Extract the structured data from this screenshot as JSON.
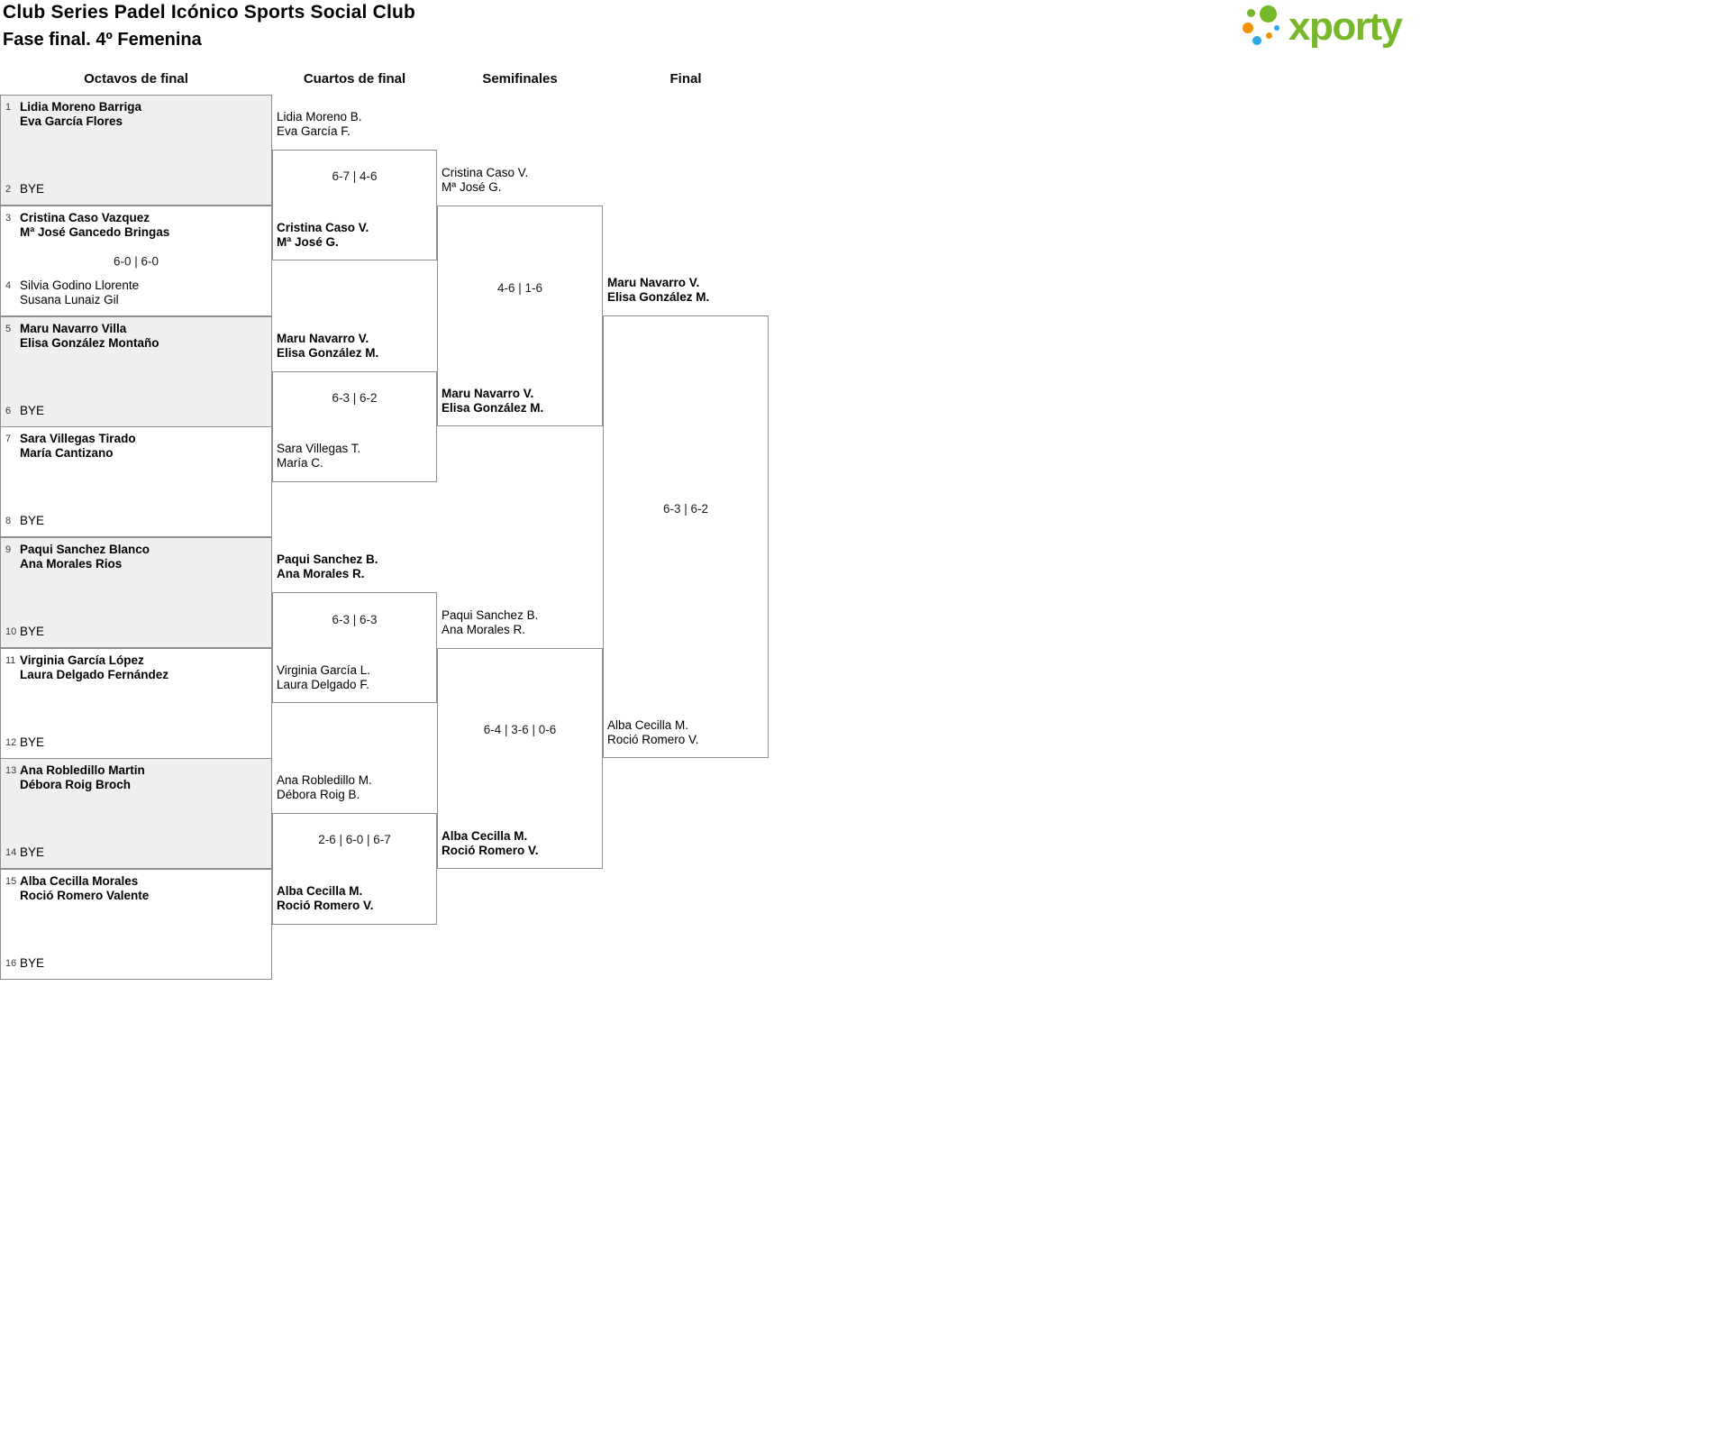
{
  "header": {
    "title_line1": "Club Series Padel Icónico Sports Social Club",
    "title_line2": "Fase final. 4º Femenina",
    "logo_text": "xporty",
    "logo_green": "#76b82a",
    "logo_orange": "#f39200",
    "logo_blue": "#2ea8e0"
  },
  "round_titles": {
    "octavos": "Octavos de final",
    "cuartos": "Cuartos de final",
    "semifinales": "Semifinales",
    "final": "Final"
  },
  "octavos": [
    {
      "top": {
        "seed": "1",
        "line1": "Lidia Moreno Barriga",
        "line2": "Eva García Flores"
      },
      "bottom": {
        "seed": "2",
        "line1": "BYE",
        "line2": ""
      },
      "score": ""
    },
    {
      "top": {
        "seed": "3",
        "line1": "Cristina Caso Vazquez",
        "line2": "Mª José Gancedo Bringas"
      },
      "bottom": {
        "seed": "4",
        "line1": "Silvia Godino Llorente",
        "line2": "Susana Lunaiz Gil"
      },
      "score": "6-0 | 6-0"
    },
    {
      "top": {
        "seed": "5",
        "line1": "Maru Navarro Villa",
        "line2": "Elisa González Montaño"
      },
      "bottom": {
        "seed": "6",
        "line1": "BYE",
        "line2": ""
      },
      "score": ""
    },
    {
      "top": {
        "seed": "7",
        "line1": "Sara Villegas Tirado",
        "line2": "María Cantizano"
      },
      "bottom": {
        "seed": "8",
        "line1": "BYE",
        "line2": ""
      },
      "score": ""
    },
    {
      "top": {
        "seed": "9",
        "line1": "Paqui Sanchez Blanco",
        "line2": "Ana Morales Rios"
      },
      "bottom": {
        "seed": "10",
        "line1": "BYE",
        "line2": ""
      },
      "score": ""
    },
    {
      "top": {
        "seed": "11",
        "line1": "Virginia García López",
        "line2": "Laura Delgado Fernández"
      },
      "bottom": {
        "seed": "12",
        "line1": "BYE",
        "line2": ""
      },
      "score": ""
    },
    {
      "top": {
        "seed": "13",
        "line1": "Ana Robledillo Martin",
        "line2": "Débora Roig Broch"
      },
      "bottom": {
        "seed": "14",
        "line1": "BYE",
        "line2": ""
      },
      "score": ""
    },
    {
      "top": {
        "seed": "15",
        "line1": "Alba Cecilla Morales",
        "line2": "Roció Romero Valente"
      },
      "bottom": {
        "seed": "16",
        "line1": "BYE",
        "line2": ""
      },
      "score": ""
    }
  ],
  "cuartos": [
    {
      "top": {
        "line1": "Lidia Moreno B.",
        "line2": "Eva García F."
      },
      "bottom": {
        "line1": "Cristina Caso V.",
        "line2": "Mª José G."
      },
      "score": "6-7 | 4-6"
    },
    {
      "top": {
        "line1": "Maru Navarro V.",
        "line2": "Elisa González M."
      },
      "bottom": {
        "line1": "Sara Villegas T.",
        "line2": "María C."
      },
      "score": "6-3 | 6-2"
    },
    {
      "top": {
        "line1": "Paqui Sanchez B.",
        "line2": "Ana Morales R."
      },
      "bottom": {
        "line1": "Virginia García L.",
        "line2": "Laura Delgado F."
      },
      "score": "6-3 | 6-3"
    },
    {
      "top": {
        "line1": "Ana Robledillo M.",
        "line2": "Débora Roig B."
      },
      "bottom": {
        "line1": "Alba Cecilla M.",
        "line2": "Roció Romero V."
      },
      "score": "2-6 | 6-0 | 6-7"
    }
  ],
  "semifinales": [
    {
      "top": {
        "line1": "Cristina Caso V.",
        "line2": "Mª José G."
      },
      "bottom": {
        "line1": "Maru Navarro V.",
        "line2": "Elisa González M."
      },
      "score": "4-6 | 1-6"
    },
    {
      "top": {
        "line1": "Paqui Sanchez B.",
        "line2": "Ana Morales R."
      },
      "bottom": {
        "line1": "Alba Cecilla M.",
        "line2": "Roció Romero V."
      },
      "score": "6-4 | 3-6 | 0-6"
    }
  ],
  "final": {
    "top": {
      "line1": "Maru Navarro V.",
      "line2": "Elisa González M."
    },
    "bottom": {
      "line1": "Alba Cecilla M.",
      "line2": "Roció Romero V."
    },
    "score": "6-3 | 6-2"
  }
}
